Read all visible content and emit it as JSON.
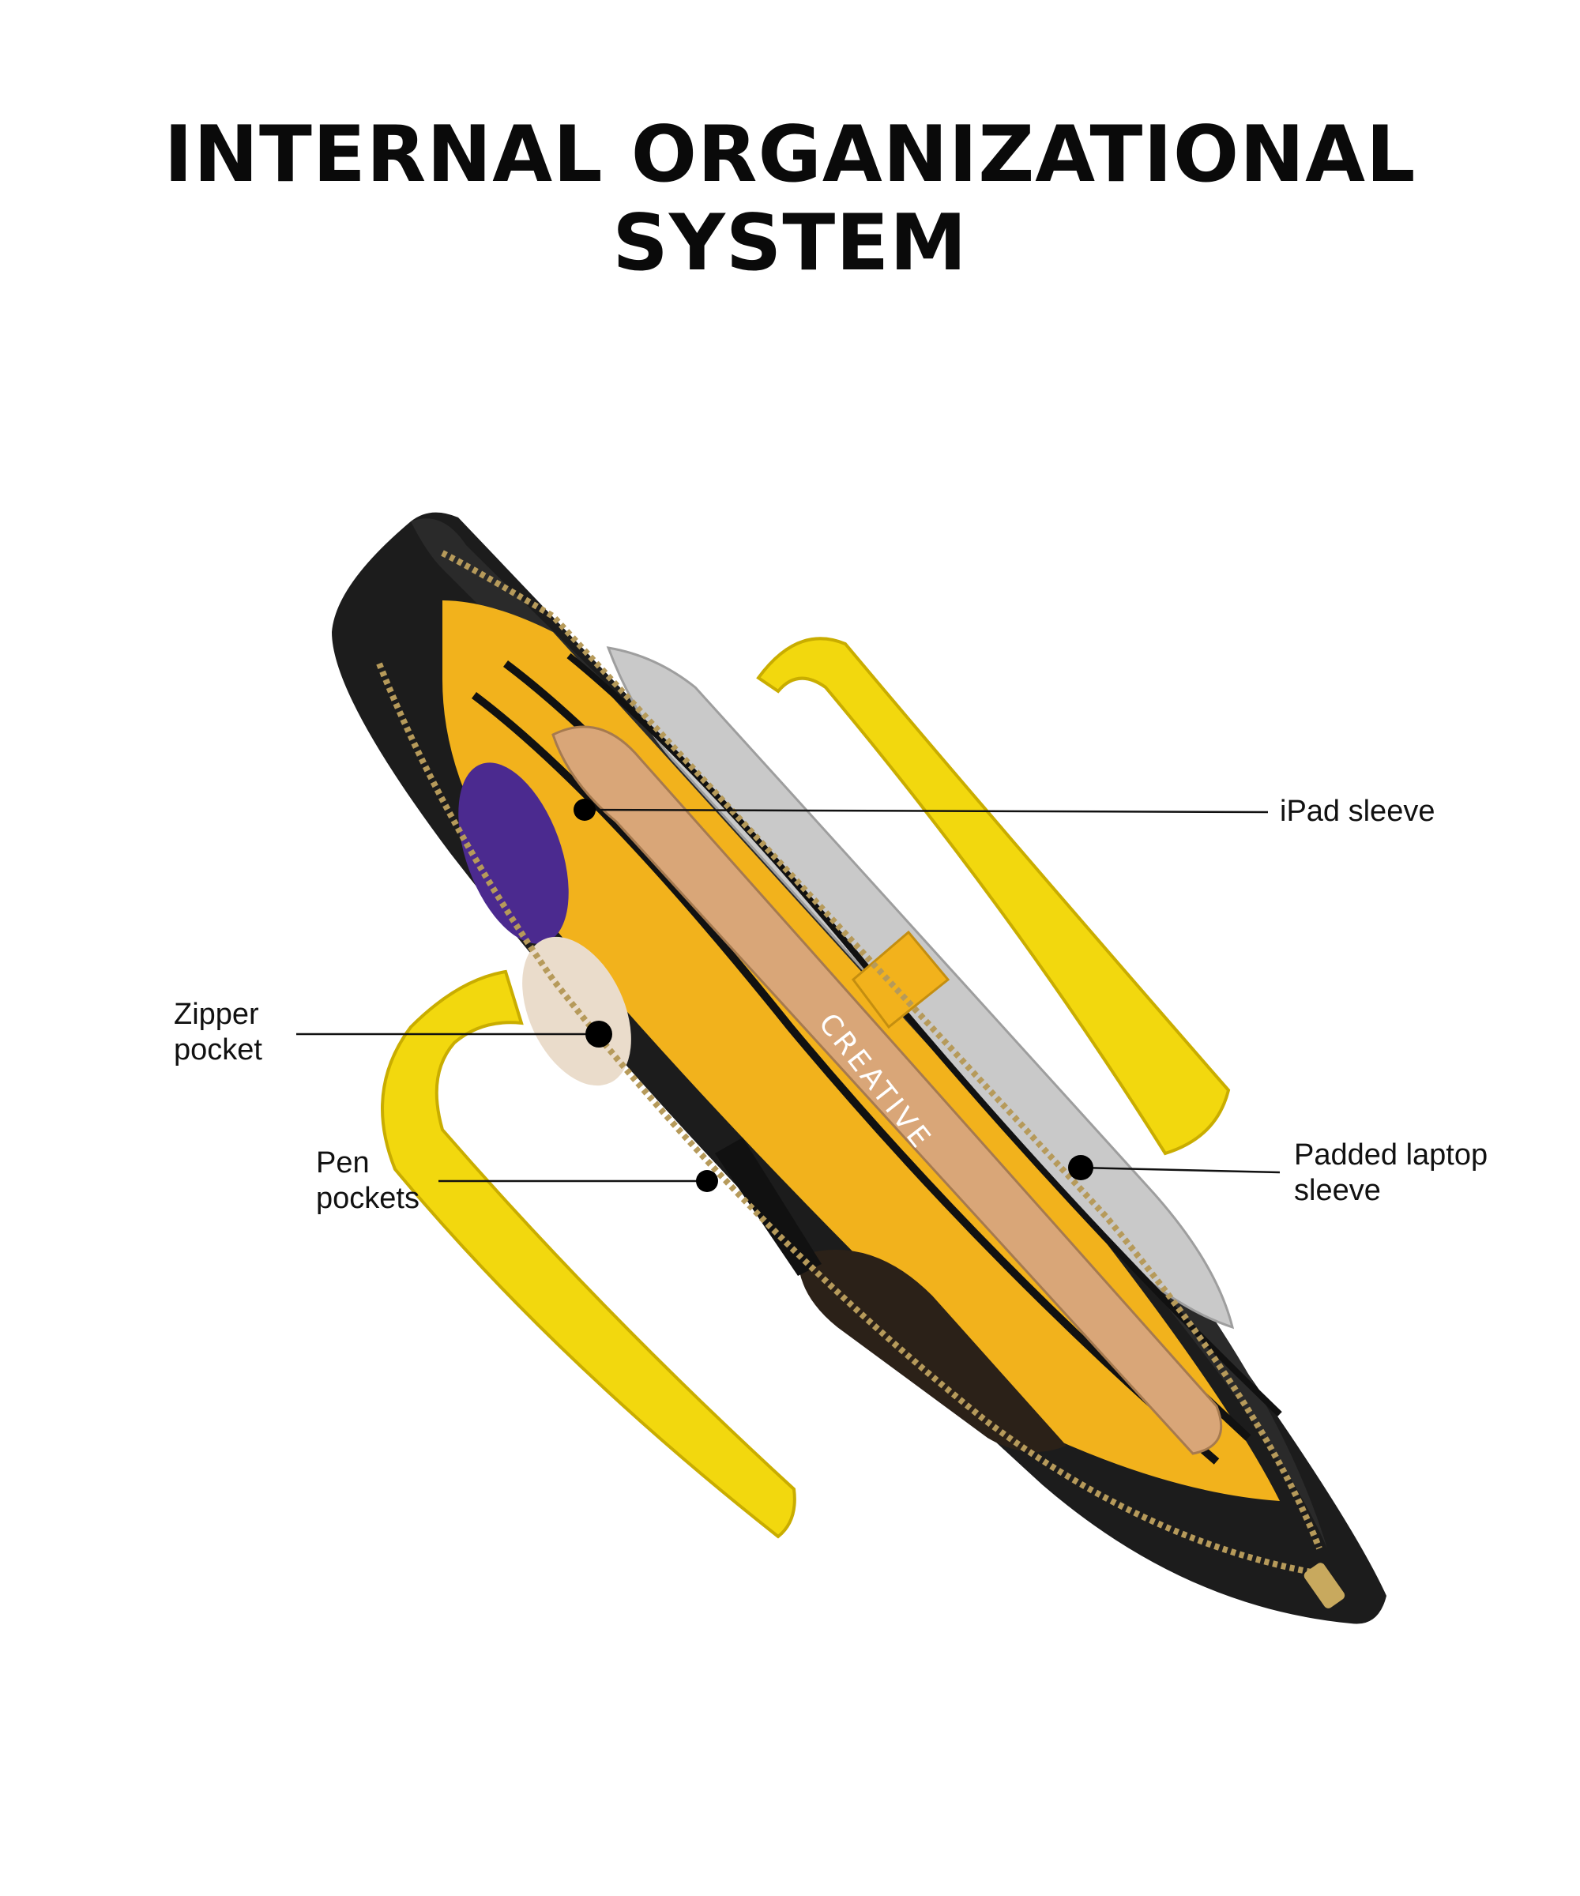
{
  "title": {
    "line1": "INTERNAL ORGANIZATIONAL",
    "line2": "SYSTEM"
  },
  "colors": {
    "bag_leather": "#1c1c1c",
    "lining": "#f2b21c",
    "handles": "#f2d80e",
    "zipper": "#b69a5a",
    "notebook": "#d9a678",
    "laptop": "#c9c9c9"
  },
  "notebook_text": "CREATIVE",
  "callouts": {
    "ipad": {
      "label": "iPad sleeve"
    },
    "zipper": {
      "line1": "Zipper",
      "line2": "pocket"
    },
    "pen": {
      "line1": "Pen",
      "line2": "pockets"
    },
    "laptop": {
      "line1": "Padded laptop",
      "line2": "sleeve"
    }
  }
}
